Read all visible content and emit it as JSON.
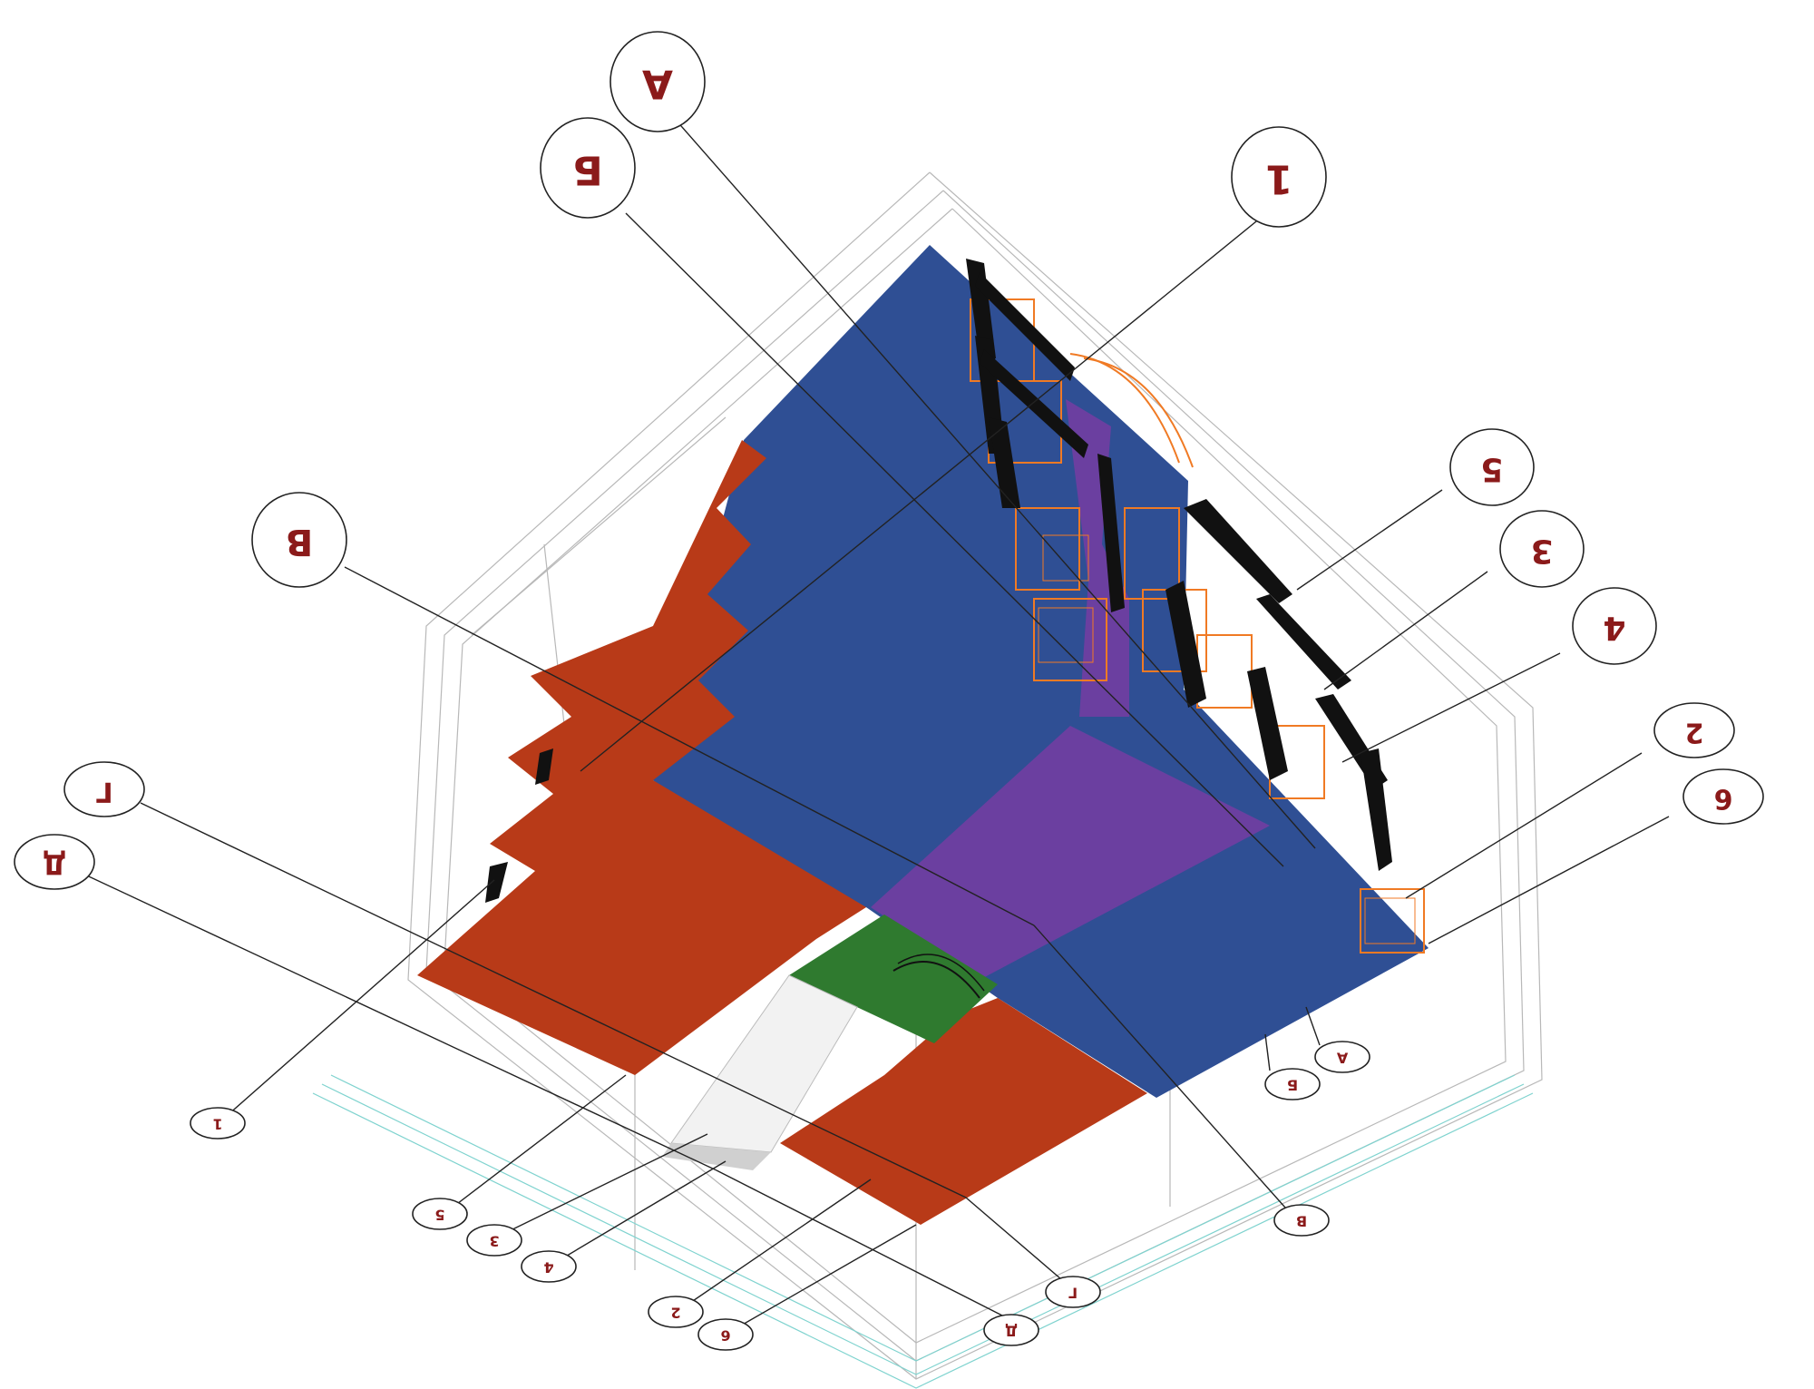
{
  "colors": {
    "slab_blue": "#2f4f94",
    "wall_red": "#b83a18",
    "slab_purple": "#6b3fa0",
    "stair_green": "#2f7a2f",
    "frame_orange": "#f07a24",
    "label_red": "#8b1a1a"
  },
  "labels": {
    "top": [
      {
        "id": "top-A",
        "text": "A"
      },
      {
        "id": "top-Be",
        "text": "Б"
      },
      {
        "id": "top-1",
        "text": "1"
      },
      {
        "id": "top-5",
        "text": "5"
      },
      {
        "id": "top-3",
        "text": "3"
      },
      {
        "id": "top-4",
        "text": "4"
      },
      {
        "id": "top-2",
        "text": "2"
      },
      {
        "id": "top-6",
        "text": "6"
      },
      {
        "id": "top-B",
        "text": "B"
      },
      {
        "id": "top-G",
        "text": "Г"
      },
      {
        "id": "top-D",
        "text": "Д"
      }
    ],
    "bottom": [
      {
        "id": "bot-1",
        "text": "1"
      },
      {
        "id": "bot-5",
        "text": "5"
      },
      {
        "id": "bot-3",
        "text": "3"
      },
      {
        "id": "bot-4",
        "text": "4"
      },
      {
        "id": "bot-2",
        "text": "2"
      },
      {
        "id": "bot-6",
        "text": "6"
      },
      {
        "id": "bot-D",
        "text": "Д"
      },
      {
        "id": "bot-G",
        "text": "Г"
      },
      {
        "id": "bot-B",
        "text": "B"
      },
      {
        "id": "bot-Be",
        "text": "Б"
      },
      {
        "id": "bot-A",
        "text": "A"
      }
    ]
  }
}
